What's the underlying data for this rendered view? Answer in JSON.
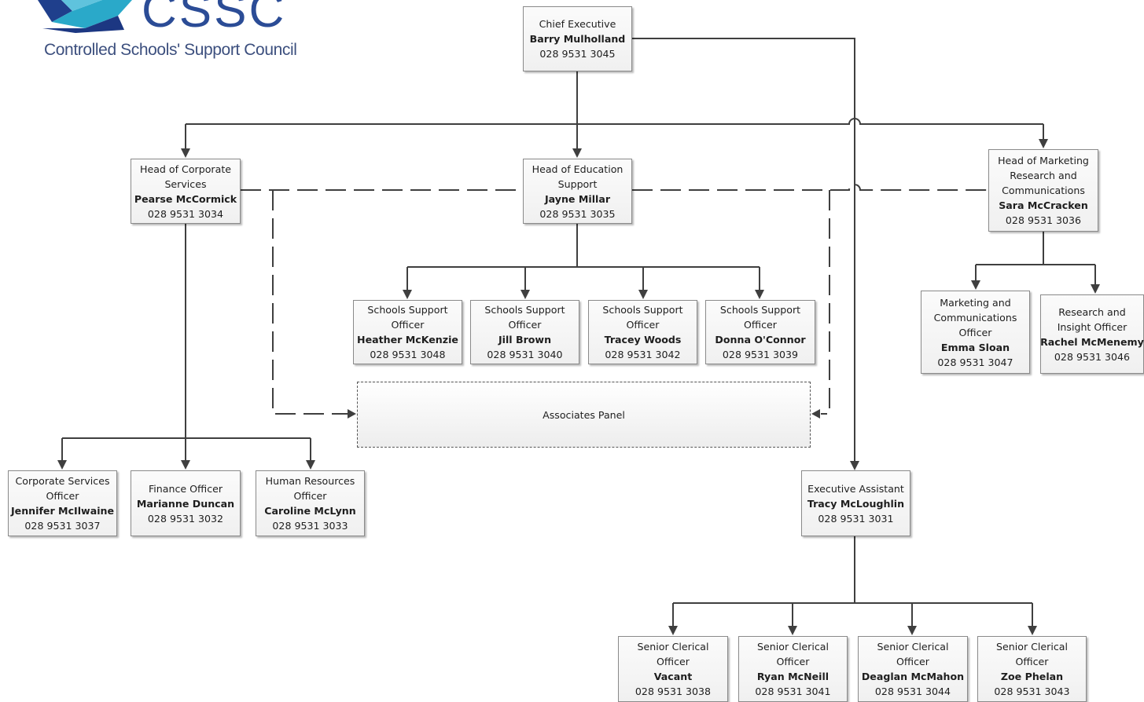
{
  "colors": {
    "line": "#3f3f3f",
    "box_fill": "#f3f3f3",
    "box_border": "#8a8a8a",
    "logo_dark_blue": "#2b4c96",
    "logo_text": "#3c4f7e",
    "logo_cyan": "#2aa9c9"
  },
  "logo": {
    "wordmark": "CSSC",
    "name": "Controlled Schools' Support Council"
  },
  "associates_panel": {
    "label": "Associates Panel"
  },
  "boxes": {
    "chief": {
      "role": [
        "Chief Executive"
      ],
      "name": "Barry Mulholland",
      "phone": "028 9531 3045"
    },
    "corp": {
      "role": [
        "Head of Corporate",
        "Services"
      ],
      "name": "Pearse McCormick",
      "phone": "028 9531 3034"
    },
    "edu": {
      "role": [
        "Head of Education",
        "Support"
      ],
      "name": "Jayne Millar",
      "phone": "028 9531 3035"
    },
    "mkt": {
      "role": [
        "Head of Marketing",
        "Research and",
        "Communications"
      ],
      "name": "Sara McCracken",
      "phone": "028 9531 3036"
    },
    "sso1": {
      "role": [
        "Schools Support",
        "Officer"
      ],
      "name": "Heather McKenzie",
      "phone": "028 9531 3048"
    },
    "sso2": {
      "role": [
        "Schools Support",
        "Officer"
      ],
      "name": "Jill Brown",
      "phone": "028 9531 3040"
    },
    "sso3": {
      "role": [
        "Schools Support",
        "Officer"
      ],
      "name": "Tracey Woods",
      "phone": "028 9531 3042"
    },
    "sso4": {
      "role": [
        "Schools Support",
        "Officer"
      ],
      "name": "Donna O'Connor",
      "phone": "028 9531 3039"
    },
    "mco": {
      "role": [
        "Marketing and",
        "Communications",
        "Officer"
      ],
      "name": "Emma Sloan",
      "phone": "028 9531 3047"
    },
    "rio": {
      "role": [
        "Research and",
        "Insight Officer"
      ],
      "name": "Rachel McMenemy",
      "phone": "028 9531 3046"
    },
    "cso": {
      "role": [
        "Corporate Services",
        "Officer"
      ],
      "name": "Jennifer McIlwaine",
      "phone": "028 9531 3037"
    },
    "fin": {
      "role": [
        "Finance Officer"
      ],
      "name": "Marianne Duncan",
      "phone": "028 9531 3032"
    },
    "hr": {
      "role": [
        "Human Resources",
        "Officer"
      ],
      "name": "Caroline McLynn",
      "phone": "028 9531 3033"
    },
    "ea": {
      "role": [
        "Executive Assistant"
      ],
      "name": "Tracy McLoughlin",
      "phone": "028 9531 3031"
    },
    "sco1": {
      "role": [
        "Senior Clerical",
        "Officer"
      ],
      "name": "Vacant",
      "phone": "028 9531 3038"
    },
    "sco2": {
      "role": [
        "Senior Clerical",
        "Officer"
      ],
      "name": "Ryan McNeill",
      "phone": "028 9531 3041"
    },
    "sco3": {
      "role": [
        "Senior Clerical",
        "Officer"
      ],
      "name": "Deaglan McMahon",
      "phone": "028 9531 3044"
    },
    "sco4": {
      "role": [
        "Senior Clerical",
        "Officer"
      ],
      "name": "Zoe Phelan",
      "phone": "028 9531 3043"
    }
  }
}
